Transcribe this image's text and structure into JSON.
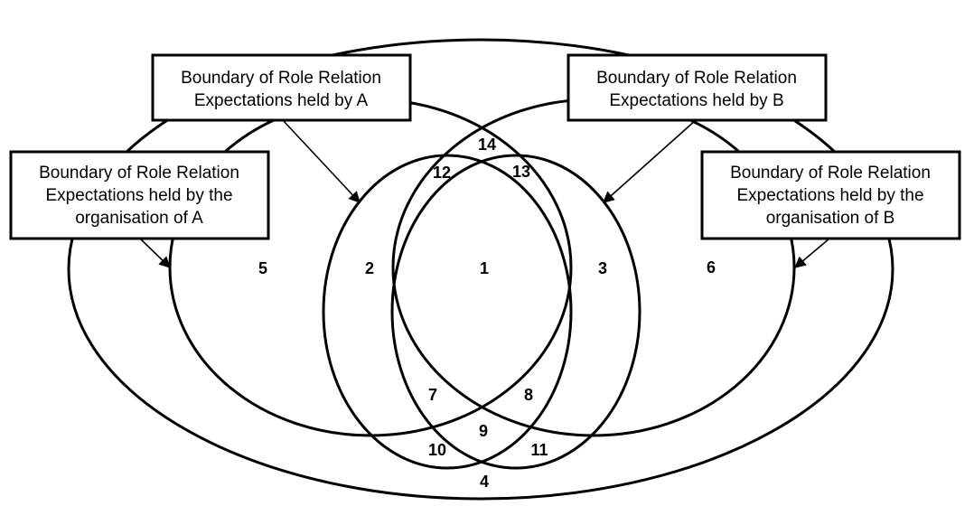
{
  "labels": {
    "expectations_a": [
      "Boundary of Role Relation",
      "Expectations held by A"
    ],
    "expectations_b": [
      "Boundary of Role Relation",
      "Expectations held by B"
    ],
    "org_a": [
      "Boundary of Role Relation",
      "Expectations held by the",
      "organisation of A"
    ],
    "org_b": [
      "Boundary of Role Relation",
      "Expectations held by the",
      "organisation of B"
    ]
  },
  "regions": {
    "r1": "1",
    "r2": "2",
    "r3": "3",
    "r4": "4",
    "r5": "5",
    "r6": "6",
    "r7": "7",
    "r8": "8",
    "r9": "9",
    "r10": "10",
    "r11": "11",
    "r12": "12",
    "r13": "13",
    "r14": "14"
  }
}
